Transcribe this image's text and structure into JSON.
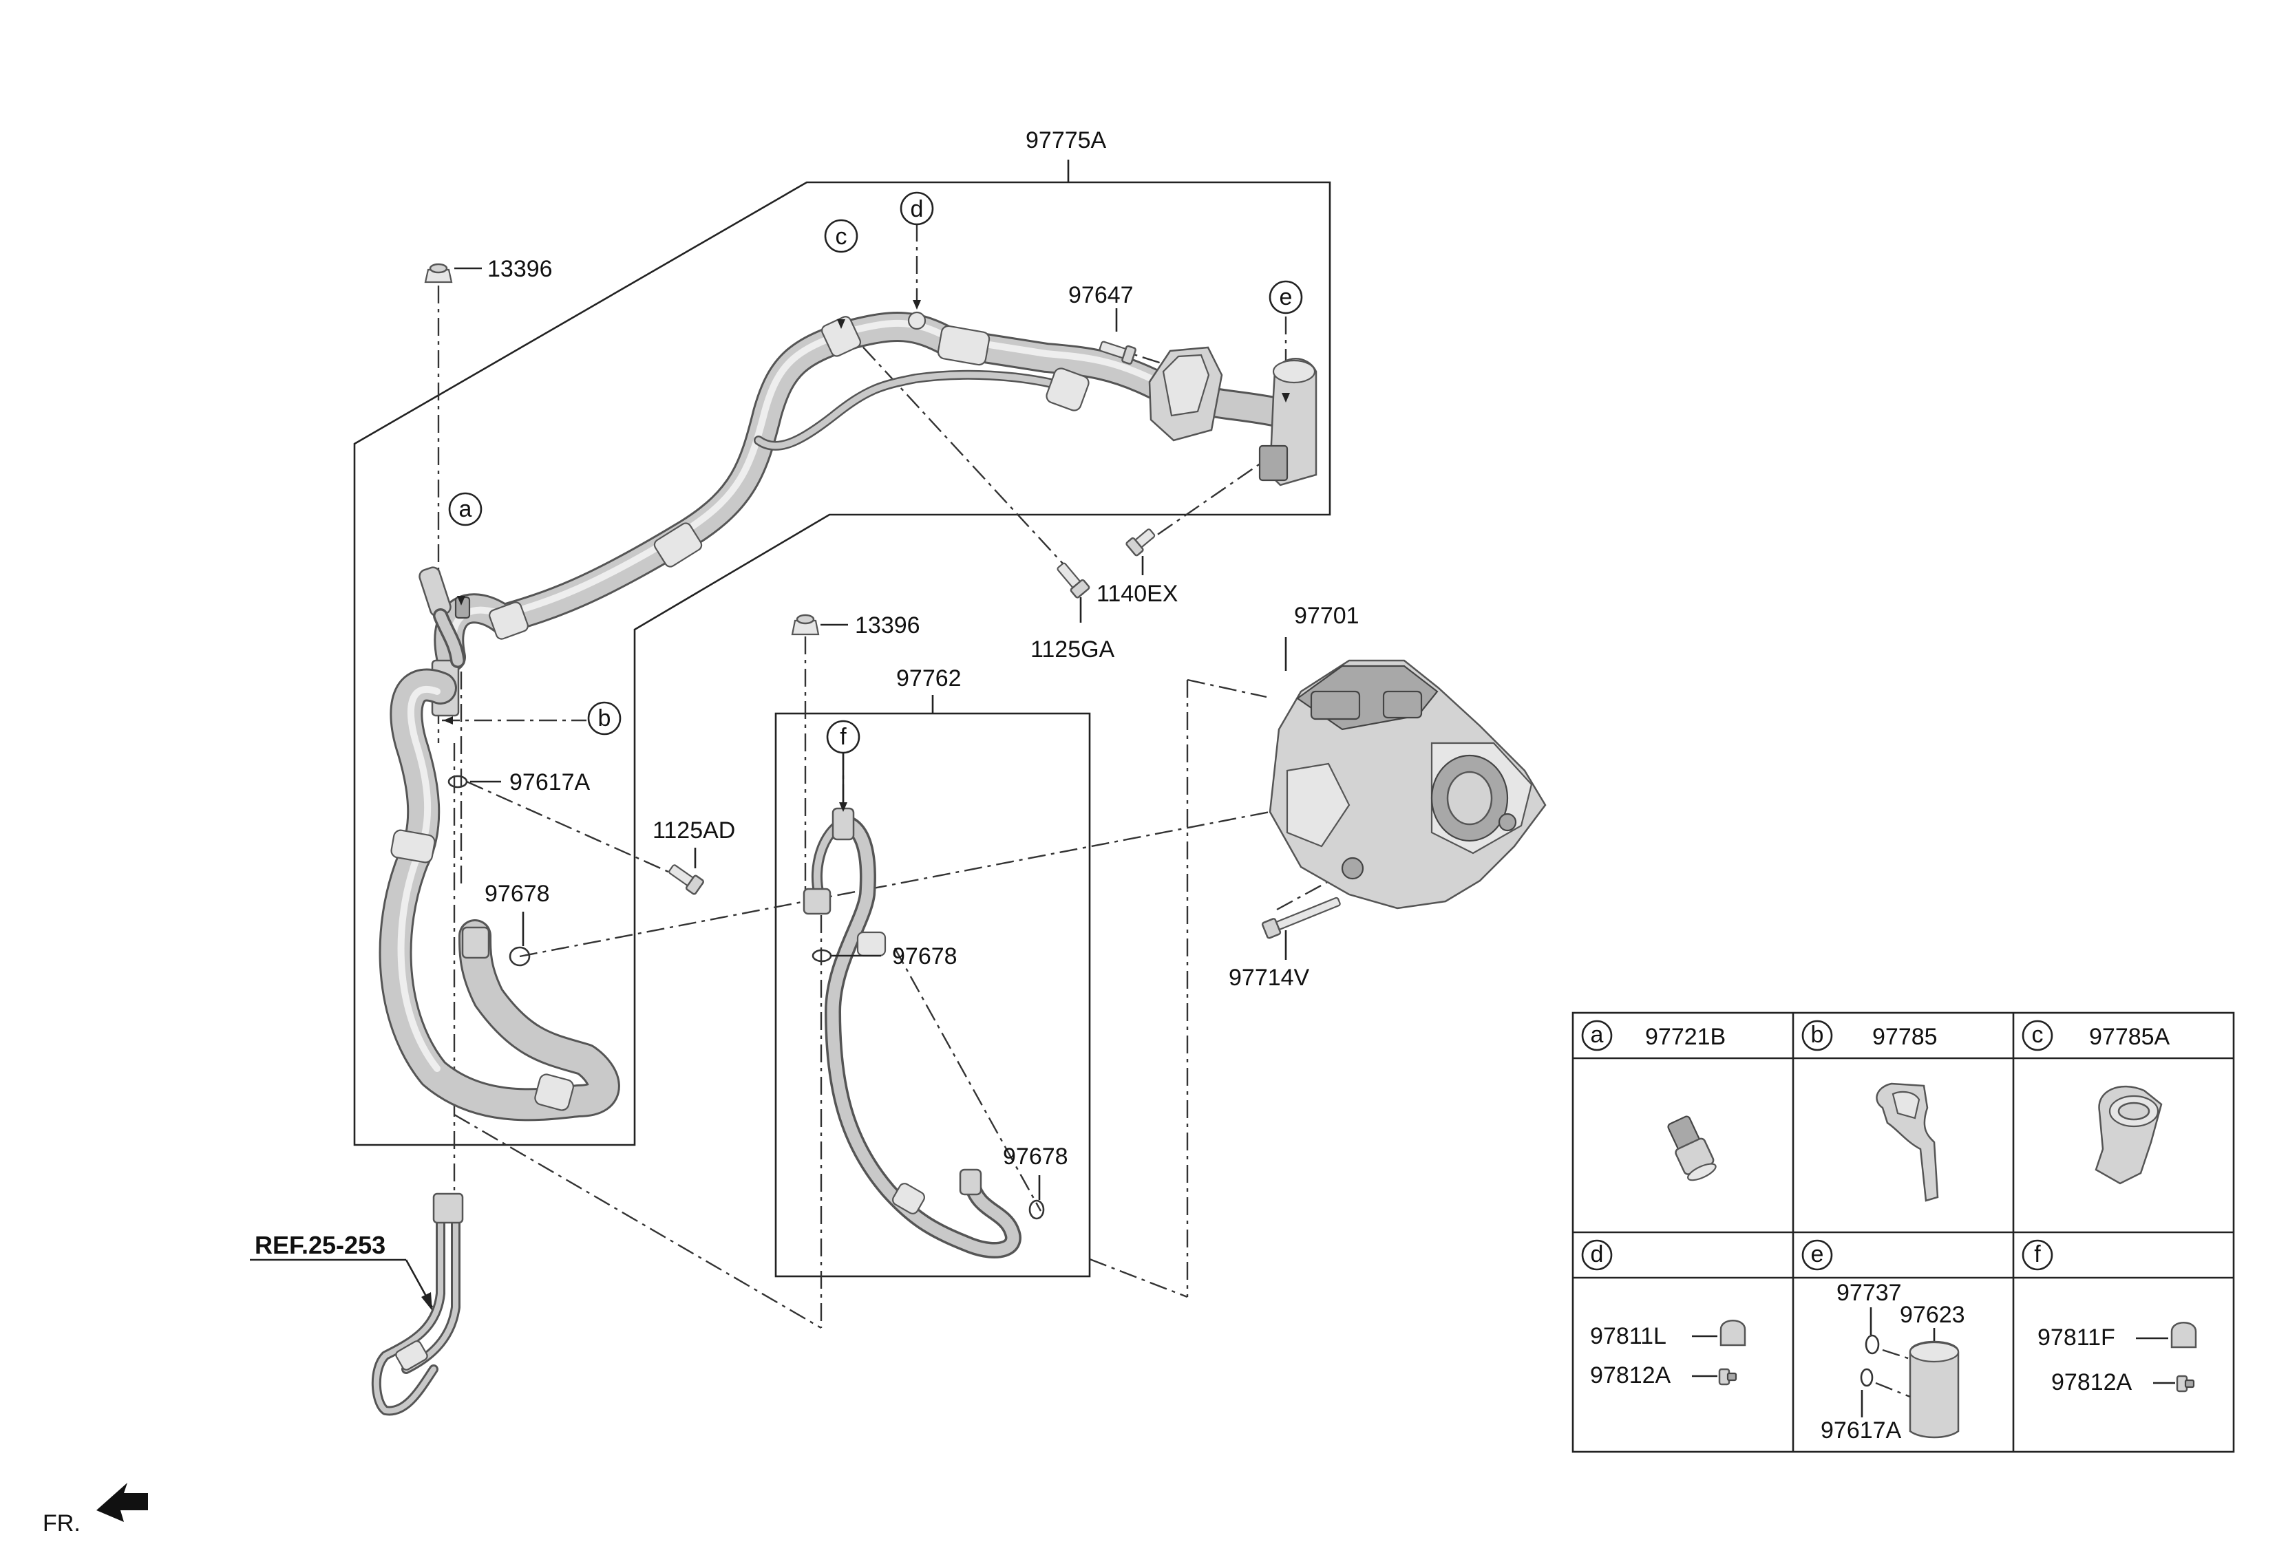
{
  "labels": {
    "assembly_main": "97775A",
    "nut_1": "13396",
    "nut_2": "13396",
    "bolt_97647": "97647",
    "bolt_1140ex": "1140EX",
    "bolt_1125ga": "1125GA",
    "bolt_1125ad": "1125AD",
    "oring_97617a": "97617A",
    "oring_97678_a": "97678",
    "oring_97678_b": "97678",
    "oring_97678_c": "97678",
    "hose_97762": "97762",
    "compressor_97701": "97701",
    "bolt_97714v": "97714V",
    "ref": "REF.25-253",
    "front": "FR."
  },
  "callouts": {
    "a": "a",
    "b": "b",
    "c": "c",
    "d": "d",
    "e": "e",
    "f": "f"
  },
  "legend": {
    "cells": [
      {
        "letter": "a",
        "part": "97721B"
      },
      {
        "letter": "b",
        "part": "97785"
      },
      {
        "letter": "c",
        "part": "97785A"
      },
      {
        "letter": "d",
        "part": ""
      },
      {
        "letter": "e",
        "part": ""
      },
      {
        "letter": "f",
        "part": ""
      }
    ],
    "d_parts": [
      "97811L",
      "97812A"
    ],
    "e_parts": [
      "97737",
      "97623",
      "97617A"
    ],
    "f_parts": [
      "97811F",
      "97812A"
    ]
  }
}
